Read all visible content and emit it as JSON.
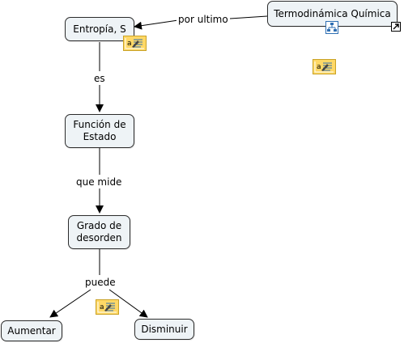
{
  "nodes": {
    "termo": "Termodinámica Química",
    "entropia": "Entropía, S",
    "funcion": "Función de\nEstado",
    "grado": "Grado de\ndesorden",
    "aumentar": "Aumentar",
    "disminuir": "Disminuir"
  },
  "links": {
    "por_ultimo": "por ultimo",
    "es": "es",
    "que_mide": "que mide",
    "puede": "puede"
  },
  "colors": {
    "node_fill": "#eef3f6",
    "node_border": "#2b2b2b",
    "note_fill": "#ffd866",
    "note_border": "#c9a227",
    "icon_blue": "#2f6fb3"
  },
  "icons": [
    "note-icon",
    "concept-map-icon",
    "shortcut-arrow-icon"
  ]
}
